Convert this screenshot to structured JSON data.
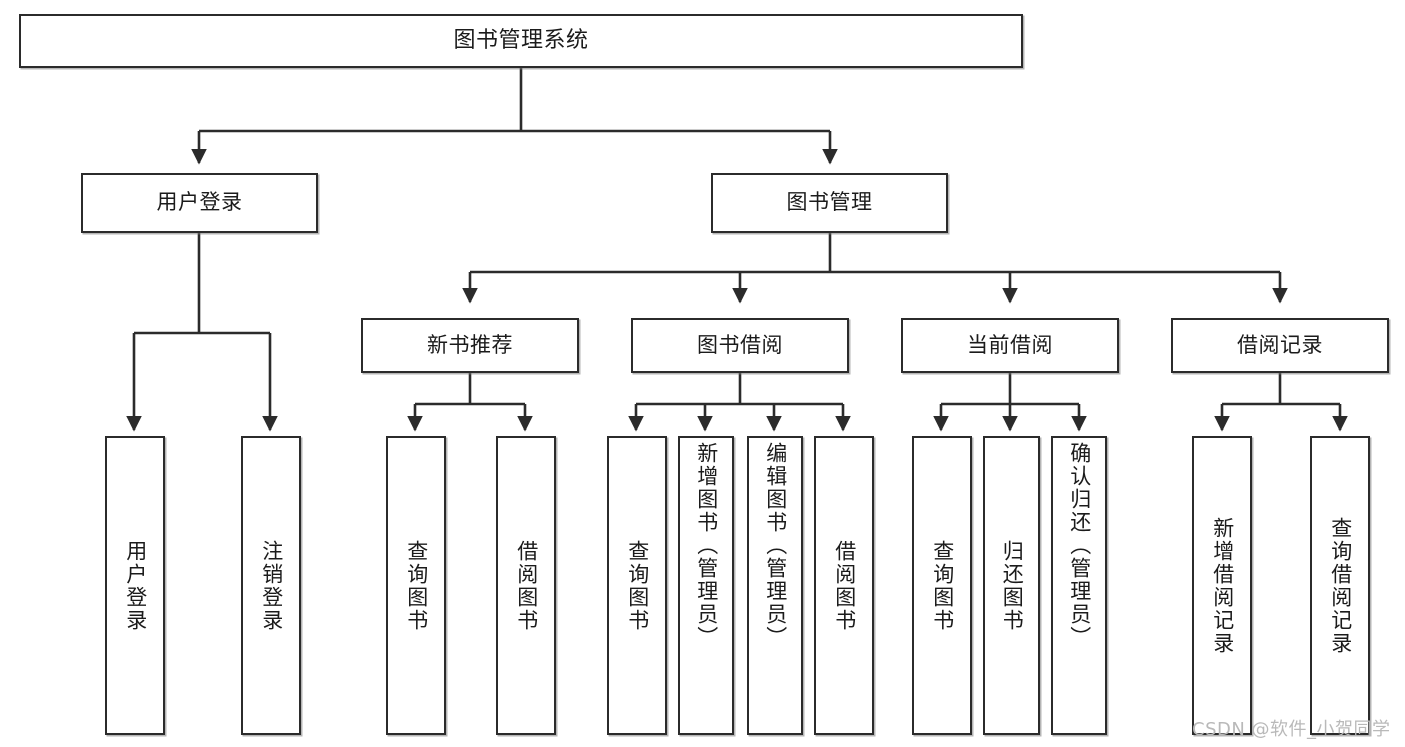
{
  "diagram": {
    "type": "tree",
    "title": "图书管理系统",
    "watermark": "CSDN @软件_小贺同学",
    "colors": {
      "border": "#2b2b2b",
      "fill": "#ffffff",
      "text": "#1b1b1b",
      "watermark": "#b9b9b9"
    },
    "nodes": {
      "root": "图书管理系统",
      "level2": [
        "用户登录",
        "图书管理"
      ],
      "level3": [
        "新书推荐",
        "图书借阅",
        "当前借阅",
        "借阅记录"
      ],
      "leaves": {
        "user_login": [
          "用户登录",
          "注销登录"
        ],
        "new_book_recommend": [
          "查询图书",
          "借阅图书"
        ],
        "book_borrow": [
          "查询图书",
          "新增图书（管理员）",
          "编辑图书（管理员）",
          "借阅图书"
        ],
        "current_borrow": [
          "查询图书",
          "归还图书",
          "确认归还（管理员）"
        ],
        "borrow_record": [
          "新增借阅记录",
          "查询借阅记录"
        ]
      }
    }
  }
}
